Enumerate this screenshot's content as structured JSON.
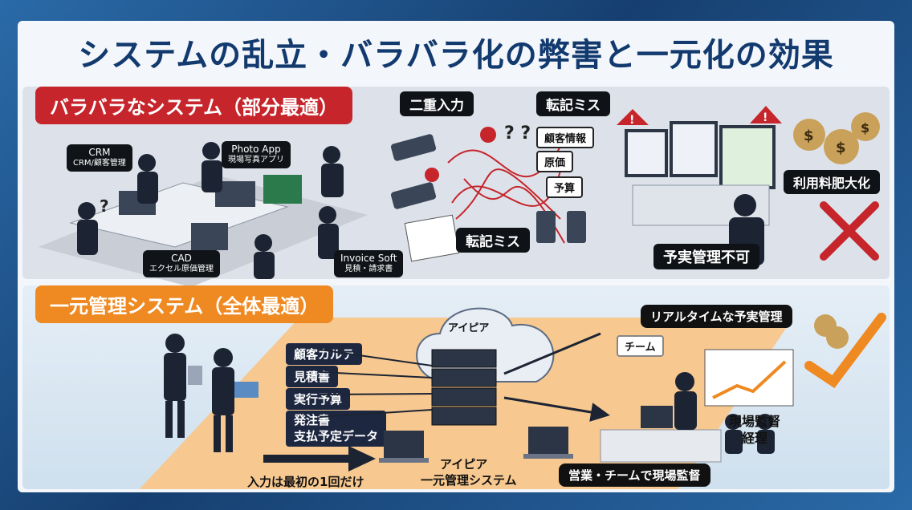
{
  "title": "システムの乱立・バラバラ化の弊害と一元化の効果",
  "top": {
    "label": "バラバラなシステム（部分最適）",
    "callouts": [
      {
        "name": "CRM",
        "sub": "CRM/顧客管理"
      },
      {
        "name": "Photo App",
        "sub": "現場写真アプリ"
      },
      {
        "name": "CAD",
        "sub": "エクセル原価管理"
      },
      {
        "name": "Invoice Soft",
        "sub": "見積・請求書"
      }
    ],
    "double_entry": "二重入力",
    "transcription_error_1": "転記ミス",
    "transcription_error_2": "転記ミス",
    "data_items": [
      "顧客情報",
      "原価",
      "予算"
    ],
    "budget_unmanageable": "予実管理不可",
    "fee_bloat": "利用料肥大化"
  },
  "bottom": {
    "label": "一元管理システム（全体最適）",
    "cloud_label": "アイピア",
    "modules": [
      "顧客カルテ",
      "見積書",
      "実行予算",
      "発注書\n支払予定データ"
    ],
    "input_once": "入力は最初の1回だけ",
    "system_name_1": "アイピア",
    "system_name_2": "一元管理システム",
    "team_tag": "チーム",
    "realtime": "リアルタイムな予実管理",
    "roles": "現場監督\n経理",
    "supervision": "営業・チームで現場監督"
  },
  "colors": {
    "red": "#c6252b",
    "orange": "#ef8a22",
    "navy": "#123a6e"
  }
}
